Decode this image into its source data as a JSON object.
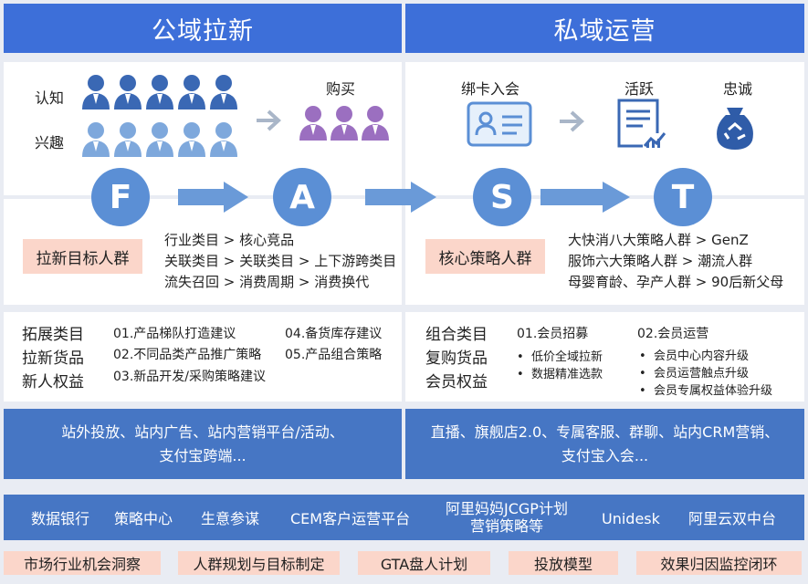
{
  "headers": {
    "left": "公域拉新",
    "right": "私域运营"
  },
  "left_top": {
    "aware_label": "认知",
    "interest_label": "兴趣",
    "buy_label": "购买"
  },
  "right_top": {
    "bind_label": "绑卡入会",
    "active_label": "活跃",
    "loyal_label": "忠诚"
  },
  "fast_letters": [
    "F",
    "A",
    "S",
    "T"
  ],
  "left_mid": {
    "tag": "拉新目标人群",
    "lines": [
      "行业类目 > 核心竞品",
      "关联类目 > 关联类目 > 上下游跨类目",
      "流失召回 > 消费周期 > 消费换代"
    ]
  },
  "right_mid": {
    "tag": "核心策略人群",
    "lines": [
      "大快消八大策略人群 > GenZ",
      "服饰六大策略人群 > 潮流人群",
      "母婴育龄、孕产人群 > 90后新父母"
    ]
  },
  "left_strategy": {
    "labels": [
      "拓展类目",
      "拉新货品",
      "新人权益"
    ],
    "items": [
      "01.产品梯队打造建议",
      "04.备货库存建议",
      "02.不同品类产品推广策略",
      "05.产品组合策略",
      "03.新品开发/采购策略建议"
    ]
  },
  "right_strategy": {
    "labels": [
      "组合类目",
      "复购货品",
      "会员权益"
    ],
    "col1_title": "01.会员招募",
    "col1_items": [
      "低价全域拉新",
      "数据精准选款"
    ],
    "col2_title": "02.会员运营",
    "col2_items": [
      "会员中心内容升级",
      "会员运营触点升级",
      "会员专属权益体验升级"
    ]
  },
  "channels": {
    "left_line1": "站外投放、站内广告、站内营销平台/活动、",
    "left_line2": "支付宝跨端...",
    "right_line1": "直播、旗舰店2.0、专属客服、群聊、站内CRM营销、",
    "right_line2": "支付宝入会..."
  },
  "tools": {
    "t1": "数据银行",
    "t2": "策略中心",
    "t3": "生意参谋",
    "t4": "CEM客户运营平台",
    "t5_line1": "阿里妈妈JCGP计划",
    "t5_line2": "营销策略等",
    "t6": "Unidesk",
    "t7": "阿里云双中台"
  },
  "bottom_steps": [
    "市场行业机会洞察",
    "人群规划与目标制定",
    "GTA盘人计划",
    "投放模型",
    "效果归因监控闭环"
  ],
  "colors": {
    "header_blue": "#3d6fd9",
    "bar_blue": "#4676c4",
    "circle_blue": "#5b8fd5",
    "arrow_blue": "#6a9ad8",
    "tag_pink": "#fbd6ca",
    "person_dark": "#3a68b4",
    "person_light": "#7ea8dc",
    "person_purple": "#9b6fc0"
  }
}
